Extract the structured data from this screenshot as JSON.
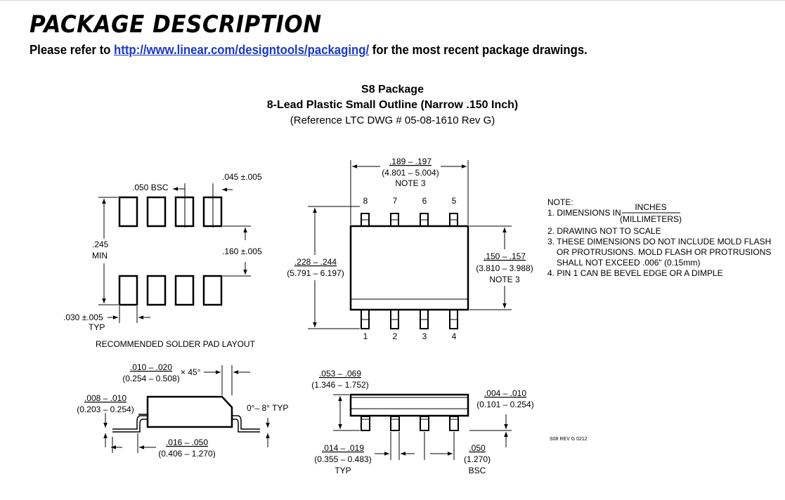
{
  "heading": "PACKAGE DESCRIPTION",
  "refer": {
    "prefix": "Please refer to ",
    "link": "http://www.linear.com/designtools/packaging/",
    "suffix": " for the most recent package drawings."
  },
  "package": {
    "name": "S8 Package",
    "subtitle": "8-Lead Plastic Small Outline (Narrow .150 Inch)",
    "reference": "(Reference LTC DWG # 05-08-1610 Rev G)"
  },
  "solder_pad": {
    "pitch": ".050 BSC",
    "pad_width": ".045 ±.005",
    "height_in": ".245",
    "height_min": "MIN",
    "gap": ".160 ±.005",
    "pad_len": ".030 ±.005",
    "pad_len_note": "TYP",
    "caption": "RECOMMENDED SOLDER PAD LAYOUT"
  },
  "top_view": {
    "length_in": ".189 – .197",
    "length_mm": "(4.801 – 5.004)",
    "length_note": "NOTE 3",
    "top_pins": [
      "8",
      "7",
      "6",
      "5"
    ],
    "bottom_pins": [
      "1",
      "2",
      "3",
      "4"
    ],
    "span_in": ".228 – .244",
    "span_mm": "(5.791 – 6.197)",
    "width_in": ".150 – .157",
    "width_mm": "(3.810 – 3.988)",
    "width_note": "NOTE 3"
  },
  "notes": {
    "header": "NOTE:",
    "n1_prefix": "1. DIMENSIONS IN",
    "n1_num": "INCHES",
    "n1_den": "(MILLIMETERS)",
    "n2": "2. DRAWING NOT TO SCALE",
    "n3a": "3. THESE DIMENSIONS DO NOT INCLUDE MOLD FLASH",
    "n3b": "OR PROTRUSIONS. MOLD FLASH OR PROTRUSIONS",
    "n3c": "SHALL NOT EXCEED .006\" (0.15mm)",
    "n4": "4. PIN 1 CAN BE BEVEL EDGE OR A DIMPLE"
  },
  "side_view": {
    "chamfer_in": ".010 – .020",
    "chamfer_mm": "(0.254 – 0.508)",
    "chamfer_angle": "× 45°",
    "lead_thk_in": ".008 – .010",
    "lead_thk_mm": "(0.203 – 0.254)",
    "angle": "0°– 8° TYP",
    "foot_in": ".016 – .050",
    "foot_mm": "(0.406 – 1.270)"
  },
  "end_view": {
    "height_in": ".053 – .069",
    "height_mm": "(1.346 – 1.752)",
    "standoff_in": ".004 – .010",
    "standoff_mm": "(0.101 – 0.254)",
    "lead_w_in": ".014 – .019",
    "lead_w_mm": "(0.355 – 0.483)",
    "lead_w_note": "TYP",
    "pitch_in": ".050",
    "pitch_mm": "(1.270)",
    "pitch_note": "BSC"
  },
  "rev": "S08 REV G 0212"
}
